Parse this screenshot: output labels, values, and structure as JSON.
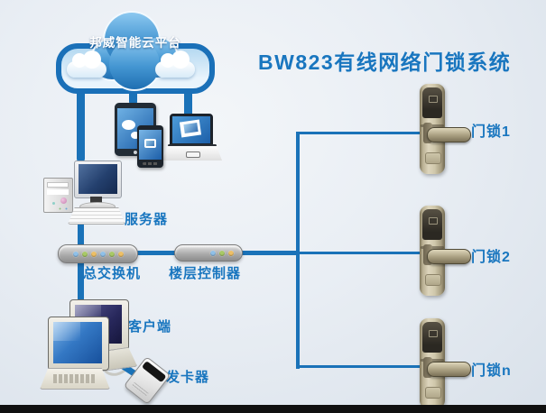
{
  "title": "BW823有线网络门锁系统",
  "cloud_platform": {
    "label": "邦威智能云平台"
  },
  "devices": {
    "server": {
      "label": "服务器"
    },
    "main_switch": {
      "label": "总交换机",
      "led_colors": [
        "#8fc0e8",
        "#a8c966",
        "#edbf66",
        "#8fc0e8",
        "#a8c966",
        "#edbf66"
      ]
    },
    "floor_controller": {
      "label": "楼层控制器",
      "led_colors": [
        "#8fc0e8",
        "#a8c966",
        "#edbf66"
      ]
    },
    "client": {
      "label": "客户端"
    },
    "card_issuer": {
      "label": "发卡器"
    },
    "door_locks": [
      {
        "label": "门锁1"
      },
      {
        "label": "门锁2"
      },
      {
        "label": "门锁n"
      }
    ]
  },
  "icons": {
    "cloud": "css-cloud-shape",
    "tablet": "css-tablet",
    "smartphone": "css-smartphone",
    "laptop": "css-laptop",
    "server-tower": "css-tower",
    "monitor": "css-monitor",
    "keyboard": "css-keyboard",
    "network-switch": "css-pill-with-leds",
    "door-lock": "css-door-lock",
    "card-issuer": "css-card-reader"
  },
  "colors": {
    "title_text": "#1976bf",
    "label_text": "#1976bf",
    "wire": "#1a72b8",
    "platform_border": "#1a70b8",
    "cloud_top": "#8cc8f0",
    "cloud_bottom": "#1f6fb2",
    "lock_body": "#cfc6ab",
    "pill_gray": "#a8a8a8",
    "bottom_bar": "#101010"
  }
}
